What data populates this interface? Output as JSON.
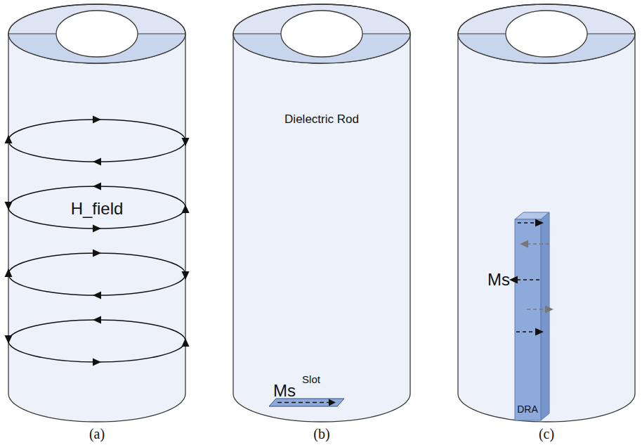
{
  "diagram": {
    "nodes": [
      {
        "text": [
          "H_field",
          "(a)"
        ]
      },
      {
        "text": [
          "Dielectric Rod",
          "(b)"
        ]
      },
      {
        "text": [
          "Ms",
          "Slot"
        ],
        "in": 1
      },
      {
        "text": [
          "(c)"
        ]
      },
      {
        "text": [
          "Ms",
          "DRA"
        ],
        "in": 3
      }
    ]
  }
}
